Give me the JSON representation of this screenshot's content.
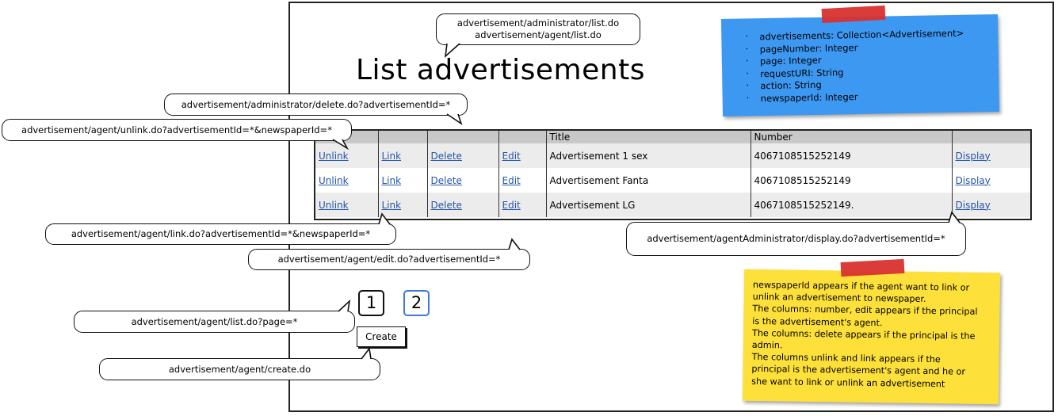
{
  "page": {
    "title": "List advertisements"
  },
  "callouts": {
    "list_paths": [
      "advertisement/administrator/list.do",
      "advertisement/agent/list.do"
    ],
    "delete": "advertisement/administrator/delete.do?advertisementId=*",
    "unlink": "advertisement/agent/unlink.do?advertisementId=*&newspaperId=*",
    "link": "advertisement/agent/link.do?advertisementId=*&newspaperId=*",
    "edit": "advertisement/agent/edit.do?advertisementId=*",
    "display": "advertisement/agentAdministrator/display.do?advertisementId=*",
    "paging": "advertisement/agent/list.do?page=*",
    "create": "advertisement/agent/create.do"
  },
  "model_note": {
    "items": [
      "advertisements: Collection<Advertisement>",
      "pageNumber: Integer",
      "page: Integer",
      "requestURI: String",
      "action: String",
      "newspaperId: Integer"
    ]
  },
  "rules_note": {
    "lines": [
      "newspaperId appears if the agent want to link or",
      "unlink an advertisement to newspaper.",
      "The columns: number, edit appears if the principal",
      "is the advertisement's agent.",
      "The columns: delete appears if the principal is the",
      "admin.",
      "The columns unlink and link appears if the",
      "principal is the advertisement's agent and he or",
      "she want to link or unlink an advertisement"
    ]
  },
  "table": {
    "headers": [
      "",
      "",
      "",
      "",
      "Title",
      "Number",
      ""
    ],
    "rows": [
      {
        "unlink": "Unlink",
        "link": "Link",
        "delete": "Delete",
        "edit": "Edit",
        "title": "Advertisement 1 sex",
        "number": "4067108515252149",
        "display": "Display"
      },
      {
        "unlink": "Unlink",
        "link": "Link",
        "delete": "Delete",
        "edit": "Edit",
        "title": "Advertisement Fanta",
        "number": "4067108515252149",
        "display": "Display"
      },
      {
        "unlink": "Unlink",
        "link": "Link",
        "delete": "Delete",
        "edit": "Edit",
        "title": "Advertisement LG",
        "number": "4067108515252149.",
        "display": "Display"
      }
    ]
  },
  "pagination": {
    "pages": [
      "1",
      "2"
    ],
    "current_page": "2"
  },
  "actions": {
    "create_label": "Create"
  },
  "colors": {
    "model_note_bg": "#3d98f2",
    "rules_note_bg": "#fde03a",
    "tape": "#d8312f",
    "link": "#2255aa",
    "active_page_border": "#3a7bd5"
  }
}
